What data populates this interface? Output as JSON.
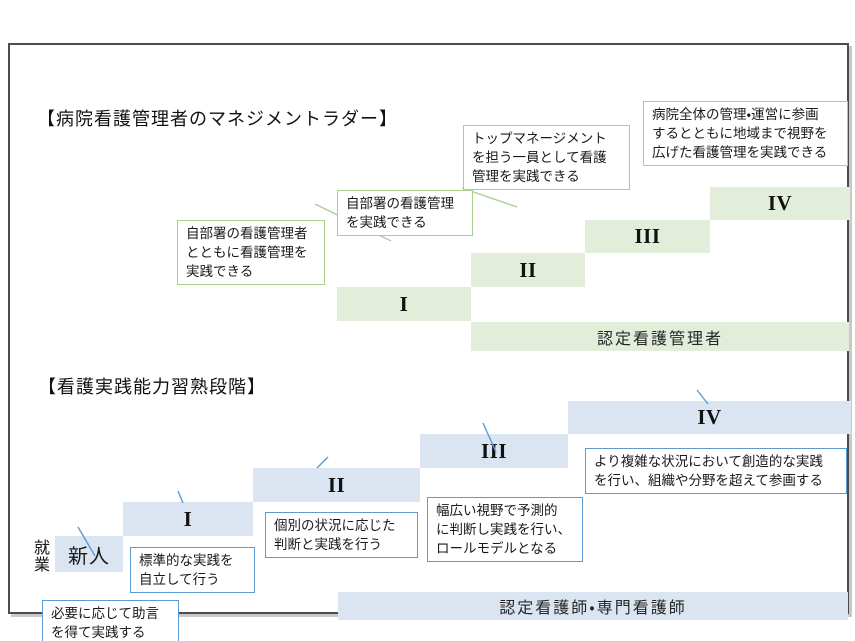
{
  "colors": {
    "green_fill": "#e3eeda",
    "green_line": "#a9d18e",
    "blue_fill": "#dbe5f2",
    "blue_line": "#5b9bd5",
    "frame_border": "#4d4d4d",
    "text": "#1a1a1a"
  },
  "management_ladder": {
    "title": "【病院看護管理者のマネジメントラダー】",
    "steps": [
      {
        "label": "I",
        "callout": "自部署の看護管理者\nとともに看護管理を\n実践できる"
      },
      {
        "label": "II",
        "callout": "自部署の看護管理\nを実践できる"
      },
      {
        "label": "III",
        "callout": "トップマネージメント\nを担う一員として看護\n管理を実践できる"
      },
      {
        "label": "IV",
        "callout": "病院全体の管理・運営に参画\nするとともに地域まで視野を\n広げた看護管理を実践できる"
      }
    ],
    "certification_bar": "認定看護管理者"
  },
  "practice_stages": {
    "title": "【看護実践能力習熟段階】",
    "employment_label": "就業",
    "novice_label": "新人",
    "novice_callout": "必要に応じて助言\nを得て実践する",
    "steps": [
      {
        "label": "I",
        "callout": "標準的な実践を\n自立して行う"
      },
      {
        "label": "II",
        "callout": "個別の状況に応じた\n判断と実践を行う"
      },
      {
        "label": "III",
        "callout": "幅広い視野で予測的\nに判断し実践を行い、\nロールモデルとなる"
      },
      {
        "label": "IV",
        "callout": "より複雑な状況において創造的な実践\nを行い、組織や分野を超えて参画する"
      }
    ],
    "certification_bar": "認定看護師・専門看護師"
  }
}
